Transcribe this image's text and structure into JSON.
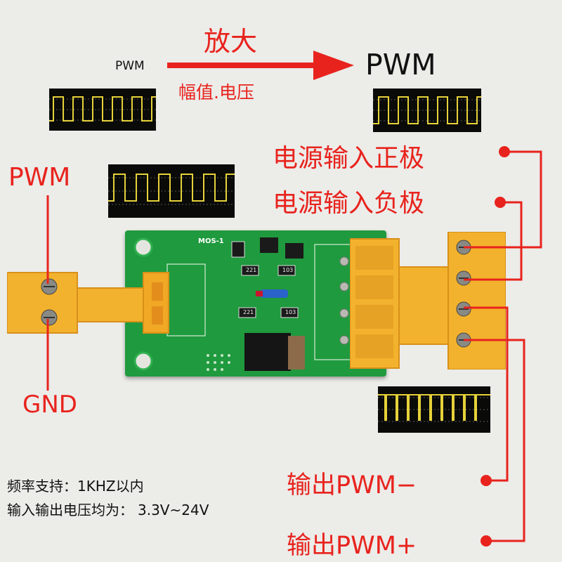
{
  "top": {
    "amplify_label": "放大",
    "pwm_in_label": "PWM",
    "amplitude_voltage_label": "幅值.电压",
    "pwm_out_label": "PWM"
  },
  "left": {
    "pwm_label": "PWM",
    "gnd_label": "GND"
  },
  "right": {
    "power_positive_label": "电源输入正极",
    "power_negative_label": "电源输入负极",
    "output_minus_label": "输出PWM−",
    "output_plus_label": "输出PWM+"
  },
  "board": {
    "silkscreen": "MOS-1",
    "chip_labels": [
      "221",
      "103",
      "221",
      "103"
    ]
  },
  "specs": {
    "frequency_label": "频率支持：",
    "frequency_value": "1KHZ以内",
    "voltage_label": "输入输出电压均为：",
    "voltage_value": "3.3V~24V"
  },
  "colors": {
    "label_red": "#e8231d",
    "wave_yellow": "#e6d23a",
    "pcb_green": "#1f9a3e",
    "terminal_orange": "#f3b22d"
  }
}
